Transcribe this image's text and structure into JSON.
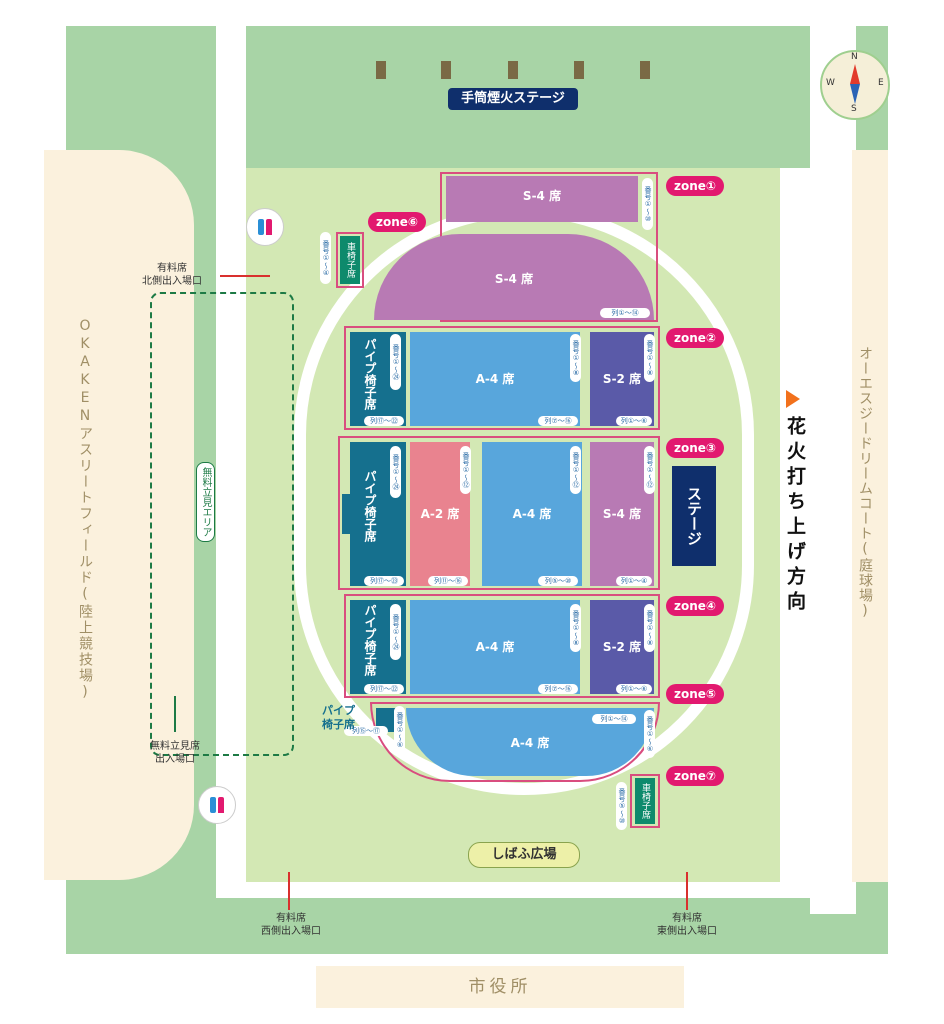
{
  "stage_top": "手筒煙火ステージ",
  "left_field": "OKAKENアスリートフィールド(陸上競技場)",
  "right_court": "オーエスジードリームコート(庭球場)",
  "free_area": "無料立見エリア",
  "fireworks_dir": "花火打ち上げ方向",
  "center_stage": "ステージ",
  "shibafu": "しばふ広場",
  "city_hall": "市役所",
  "compass": {
    "n": "N",
    "e": "E",
    "s": "S",
    "w": "W"
  },
  "entrances": {
    "north": {
      "line1": "有料席",
      "line2": "北側出入場口"
    },
    "west": {
      "line1": "有料席",
      "line2": "西側出入場口"
    },
    "east": {
      "line1": "有料席",
      "line2": "東側出入場口"
    },
    "free": {
      "line1": "無料立見席",
      "line2": "出入場口"
    }
  },
  "zones": [
    "zone①",
    "zone②",
    "zone③",
    "zone④",
    "zone⑤",
    "zone⑥",
    "zone⑦"
  ],
  "seats": {
    "s4_top": "S-4 席",
    "s4_oval": "S-4 席",
    "a4_z2": "A-4 席",
    "s2_z2": "S-2 席",
    "pipe_z2": "パイプ椅子席",
    "pipe_z3": "パイプ椅子席",
    "a2_z3": "A-2 席",
    "a4_z3": "A-4 席",
    "s4_z3": "S-4 席",
    "pipe_z4": "パイプ椅子席",
    "a4_z4": "A-4 席",
    "s2_z4": "S-2 席",
    "a4_z5": "A-4 席",
    "pipe_z5": "パイプ椅子席",
    "wheel6": "車椅子席",
    "wheel7": "車椅子席"
  },
  "pills": {
    "z1_ban": "番号①〜⑩",
    "z1_retsu": "列①〜⑭",
    "z6_ban": "番号①〜④",
    "z2_pipe_ban": "番号①〜㉔",
    "z2_pipe_retsu": "列⑰〜㉒",
    "z2_a4_ban": "番号①〜⑧",
    "z2_a4_retsu": "列⑦〜⑯",
    "z2_s2_ban": "番号①〜⑧",
    "z2_s2_retsu": "列①〜⑥",
    "z3_pipe_ban": "番号①〜㉔",
    "z3_pipe_retsu": "列⑰〜㉓",
    "z3_a2_ban": "番号①〜⑫",
    "z3_a2_retsu": "列⑪〜⑯",
    "z3_a4_ban": "番号①〜⑫",
    "z3_a4_retsu": "列⑤〜⑩",
    "z3_s4_ban": "番号①〜⑫",
    "z3_s4_retsu": "列①〜④",
    "z4_pipe_ban": "番号①〜㉔",
    "z4_pipe_retsu": "列⑰〜㉒",
    "z4_a4_ban": "番号①〜⑧",
    "z4_a4_retsu": "列⑦〜⑯",
    "z4_s2_ban": "番号①〜⑧",
    "z4_s2_retsu": "列①〜⑥",
    "z5_retsu": "列①〜⑭",
    "z5_ban": "番号①〜⑥",
    "z5_pipe_retsu": "列⑮〜⑰",
    "z5_pipe_ban": "番号①〜⑥",
    "z7_ban": "番号⑤〜⑩"
  },
  "colors": {
    "park_green": "#a8d4a6",
    "lawn": "#d3e8b4",
    "path": "#ffffff",
    "beige": "#fbf1dd",
    "s_purple": "#b87ab4",
    "s2_indigo": "#5a5aa8",
    "a4_blue": "#58a6dc",
    "a2_pink": "#e9838f",
    "pipe_teal": "#15708e",
    "stage_navy": "#0f2f6c",
    "zone_pink": "#e2196f",
    "wheel_teal": "#0e8a6c"
  }
}
